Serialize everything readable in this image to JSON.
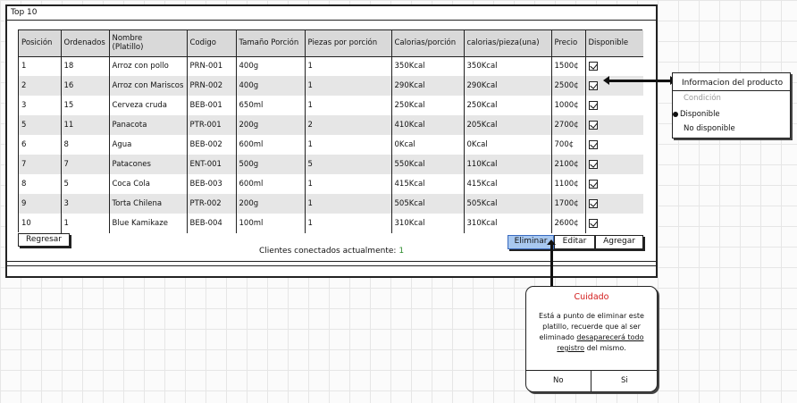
{
  "window": {
    "title": "Top 10"
  },
  "table": {
    "headers": [
      "Posición",
      "Ordenados",
      "Nombre\n(Platillo)",
      "Codigo",
      "Tamaño Porción",
      "Piezas por porción",
      "Calorias/porción",
      "calorias/pieza(una)",
      "Precio",
      "Disponible"
    ],
    "rows": [
      [
        "1",
        "18",
        "Arroz con pollo",
        "PRN-001",
        "400g",
        "1",
        "350Kcal",
        "350Kcal",
        "1500¢",
        true
      ],
      [
        "2",
        "16",
        "Arroz con Mariscos",
        "PRN-002",
        "400g",
        "1",
        "290Kcal",
        "290Kcal",
        "2500¢",
        true
      ],
      [
        "3",
        "15",
        "Cerveza cruda",
        "BEB-001",
        "650ml",
        "1",
        "250Kcal",
        "250Kcal",
        "1000¢",
        true
      ],
      [
        "5",
        "11",
        "Panacota",
        "PTR-001",
        "200g",
        "2",
        "410Kcal",
        "205Kcal",
        "2700¢",
        true
      ],
      [
        "6",
        "8",
        "Agua",
        "BEB-002",
        "600ml",
        "1",
        "0Kcal",
        "0Kcal",
        "700¢",
        true
      ],
      [
        "7",
        "7",
        "Patacones",
        "ENT-001",
        "500g",
        "5",
        "550Kcal",
        "110Kcal",
        "2100¢",
        true
      ],
      [
        "8",
        "5",
        "Coca Cola",
        "BEB-003",
        "600ml",
        "1",
        "415Kcal",
        "415Kcal",
        "1100¢",
        true
      ],
      [
        "9",
        "3",
        "Torta Chilena",
        "PTR-002",
        "200g",
        "1",
        "505Kcal",
        "505Kcal",
        "1700¢",
        true
      ],
      [
        "10",
        "1",
        "Blue Kamikaze",
        "BEB-004",
        "100ml",
        "1",
        "310Kcal",
        "310Kcal",
        "2600¢",
        true
      ]
    ]
  },
  "buttons": {
    "regresar": "Regresar",
    "eliminar": "Eliminar",
    "editar": "Editar",
    "agregar": "Agregar"
  },
  "status": {
    "clientes_label": "Clientes conectados actualmente:",
    "clientes_count": "1"
  },
  "product_popup": {
    "title": "Informacion del producto",
    "subtitle": "Condición",
    "options": [
      "Disponible",
      "No disponible"
    ],
    "selected": "Disponible"
  },
  "dialog": {
    "title": "Cuidado",
    "body_1": "Está a punto de eliminar este platillo, recuerde que al ser eliminado ",
    "body_u": "desaparecerá todo registro",
    "body_2": " del mismo.",
    "no": "No",
    "si": "Si"
  },
  "colors": {
    "danger": "#d21a1a",
    "selected_button": "#a8c8f0",
    "count": "#2a8a2a"
  }
}
